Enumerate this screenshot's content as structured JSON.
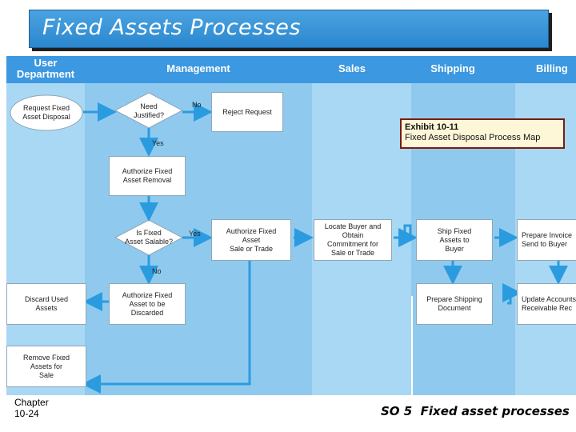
{
  "title": "Fixed Assets Processes",
  "lanes": [
    {
      "label": "User\nDepartment"
    },
    {
      "label": "Management"
    },
    {
      "label": "Sales"
    },
    {
      "label": "Shipping"
    },
    {
      "label": "Billing"
    }
  ],
  "nodes": {
    "request": "Request Fixed\nAsset Disposal",
    "need_justified": "Need\nJustified?",
    "reject": "Reject Request",
    "authorize_removal": "Authorize Fixed\nAsset Removal",
    "is_salable": "Is Fixed\nAsset Salable?",
    "authorize_sale": "Authorize Fixed\nAsset\nSale or Trade",
    "locate_buyer": "Locate Buyer and\nObtain\nCommitment for\nSale or Trade",
    "ship": "Ship Fixed\nAssets to\nBuyer",
    "prepare_invoice": "Prepare Invoice\nSend to Buyer",
    "discard": "Discard Used\nAssets",
    "authorize_discard": "Authorize Fixed\nAsset to be\nDiscarded",
    "prepare_shipping": "Prepare Shipping\nDocument",
    "update_accounts": "Update Accounts\nReceivable Rec",
    "remove": "Remove Fixed\nAssets for\nSale"
  },
  "decision_labels": {
    "no": "No",
    "yes": "Yes"
  },
  "exhibit": {
    "title": "Exhibit 10-11",
    "subtitle": "Fixed Asset Disposal Process Map"
  },
  "footer": {
    "chapter": "Chapter\n10-24",
    "so": "SO 5  Fixed asset processes"
  },
  "colors": {
    "title_bg": "#2b87cf",
    "lane_header": "#3c98e0",
    "lane_light": "#a9d8f4",
    "lane_dark": "#8fcaee",
    "arrow": "#2b9be0",
    "exhibit_border": "#7a1c10"
  }
}
